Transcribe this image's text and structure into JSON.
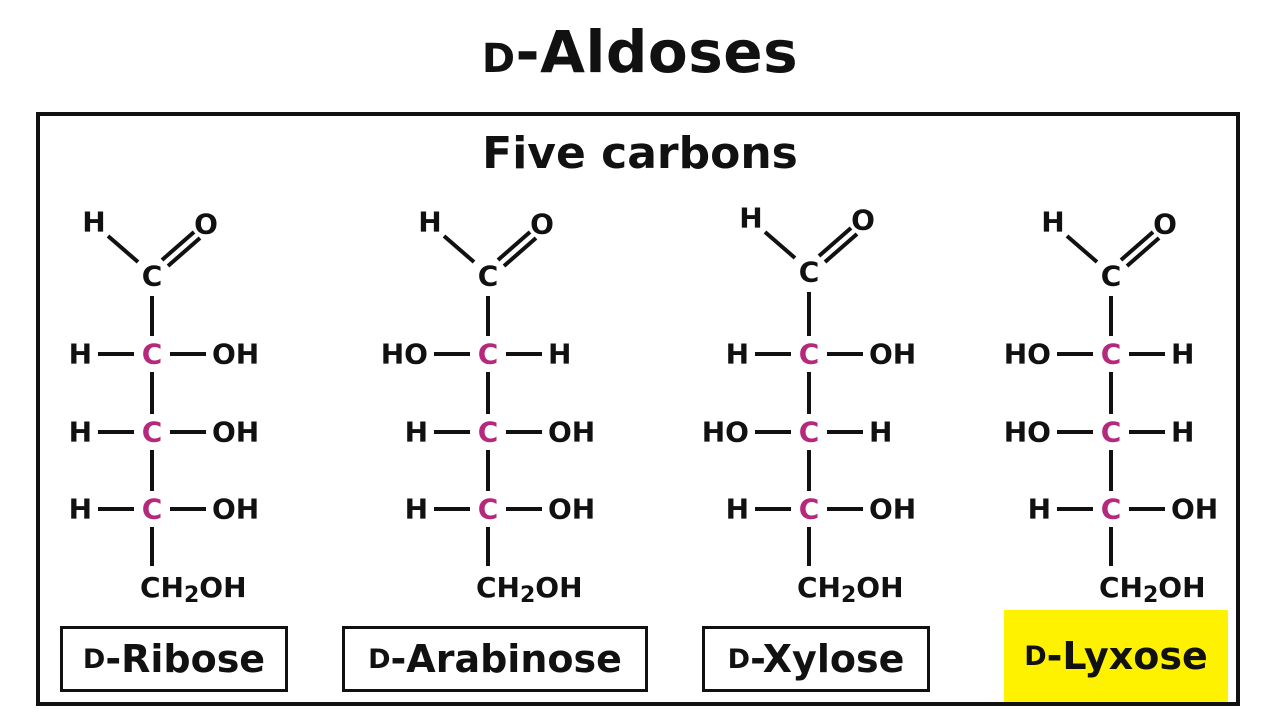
{
  "title": {
    "prefix": "D",
    "text": "-Aldoses"
  },
  "subtitle": "Five carbons",
  "colors": {
    "chiral_carbon": "#b5287c",
    "highlight": "#fff200",
    "ink": "#111111"
  },
  "top_group": {
    "h": "H",
    "o": "O",
    "c": "C"
  },
  "tail_group": {
    "pre": "CH",
    "sub": "2",
    "post": "OH"
  },
  "molecules": [
    {
      "prefix": "D",
      "name": "-Ribose",
      "highlighted": false,
      "rows": [
        {
          "left": "H",
          "right": "OH"
        },
        {
          "left": "H",
          "right": "OH"
        },
        {
          "left": "H",
          "right": "OH"
        }
      ]
    },
    {
      "prefix": "D",
      "name": "-Arabinose",
      "highlighted": false,
      "rows": [
        {
          "left": "HO",
          "right": "H"
        },
        {
          "left": "H",
          "right": "OH"
        },
        {
          "left": "H",
          "right": "OH"
        }
      ]
    },
    {
      "prefix": "D",
      "name": "-Xylose",
      "highlighted": false,
      "rows": [
        {
          "left": "H",
          "right": "OH"
        },
        {
          "left": "HO",
          "right": "H"
        },
        {
          "left": "H",
          "right": "OH"
        }
      ]
    },
    {
      "prefix": "D",
      "name": "-Lyxose",
      "highlighted": true,
      "rows": [
        {
          "left": "HO",
          "right": "H"
        },
        {
          "left": "HO",
          "right": "H"
        },
        {
          "left": "H",
          "right": "OH"
        }
      ]
    }
  ]
}
